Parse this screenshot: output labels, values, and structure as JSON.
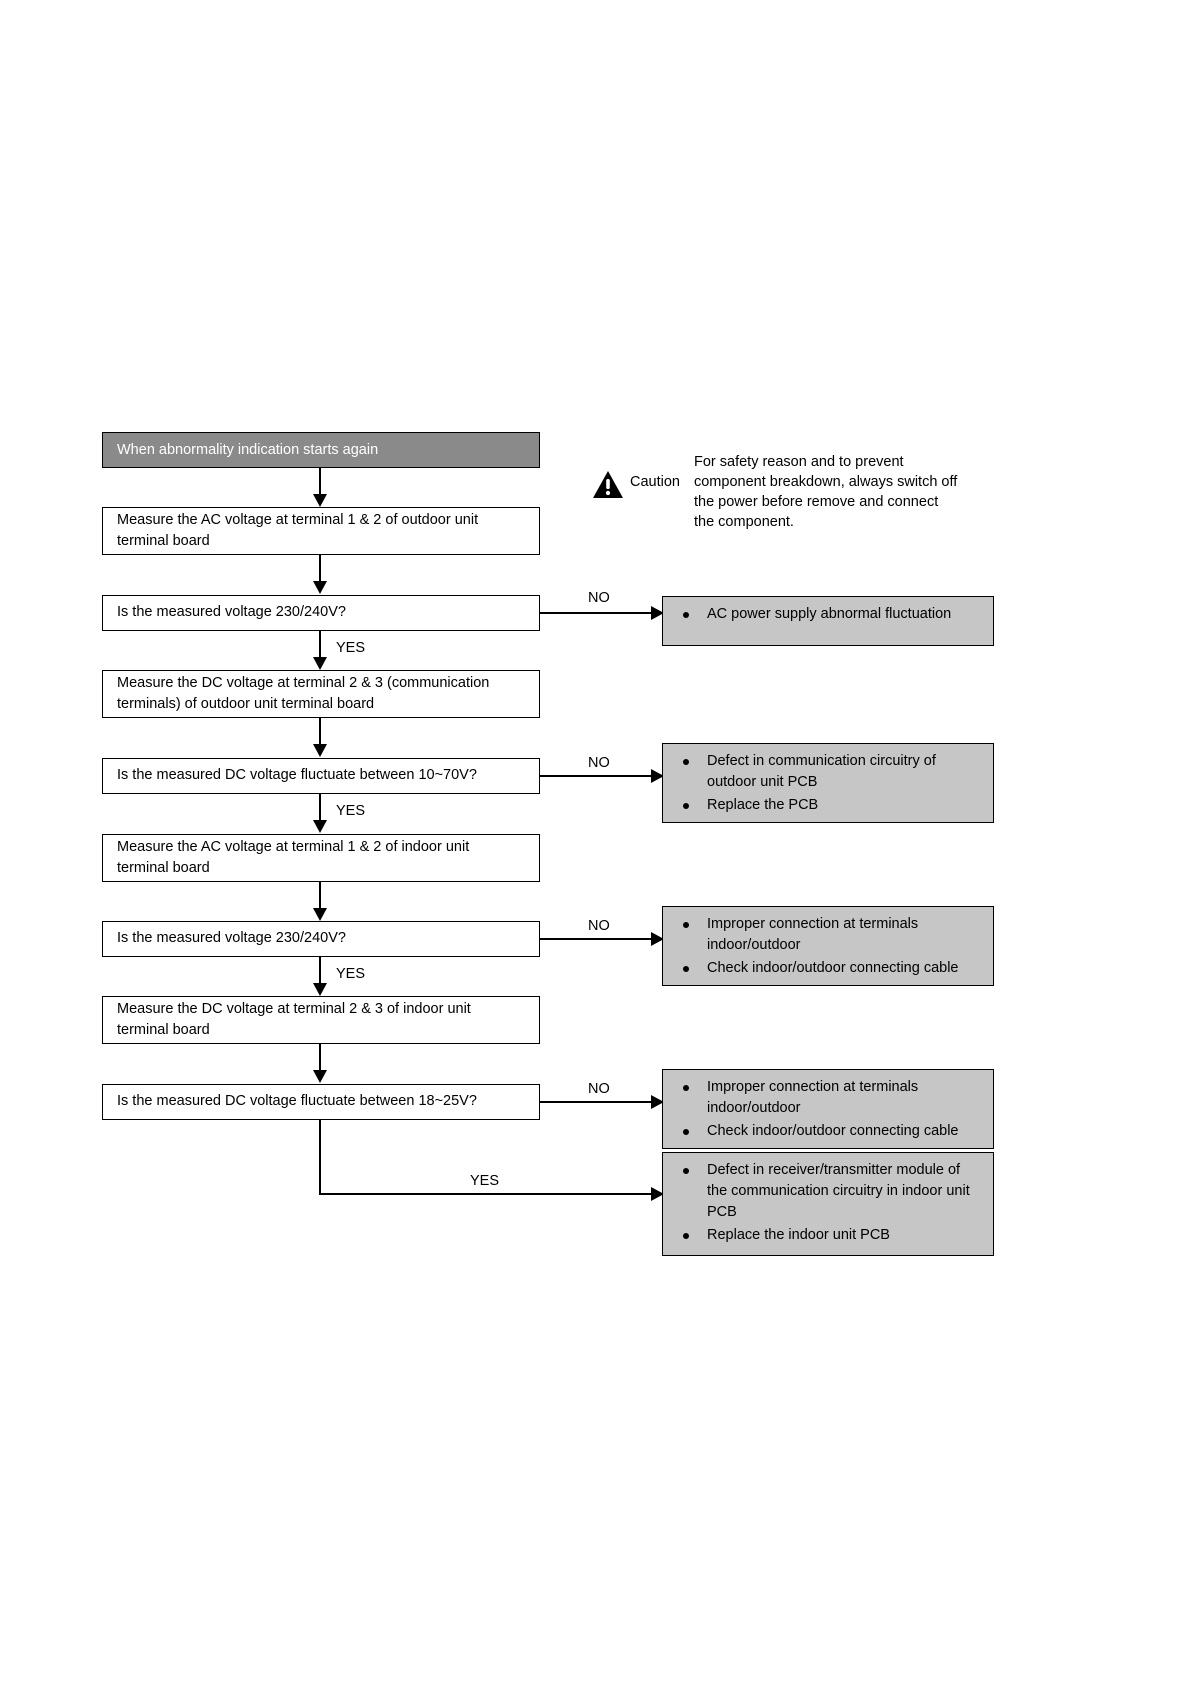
{
  "diagram": {
    "title": "Communication abnormality troubleshooting flowchart",
    "colors": {
      "header_fill": "#8a8a8a",
      "header_text": "#ffffff",
      "result_fill": "#c6c6c6",
      "box_fill": "#ffffff",
      "line": "#000000"
    },
    "header": {
      "label": "When abnormality indication starts again"
    },
    "caution": {
      "icon": "warning-triangle-icon",
      "label": "Caution",
      "text": "For safety reason and to prevent component breakdown, always switch off the power before remove and connect the component."
    },
    "steps": [
      {
        "id": "step-measure-ac-outdoor",
        "type": "process",
        "lines": [
          "Measure the AC voltage at terminal 1 & 2 of outdoor unit",
          "terminal board"
        ]
      },
      {
        "id": "decision-ac-outdoor-230-240",
        "type": "decision",
        "lines": [
          "Is the measured voltage 230/240V?"
        ],
        "yes_label": "YES",
        "no_label": "NO"
      },
      {
        "id": "step-measure-dc-outdoor",
        "type": "process",
        "lines": [
          "Measure the DC voltage at terminal 2 & 3 (communication",
          "terminals) of outdoor unit terminal board"
        ]
      },
      {
        "id": "decision-dc-outdoor-10-70",
        "type": "decision",
        "lines": [
          "Is the measured DC voltage fluctuate between 10~70V?"
        ],
        "yes_label": "YES",
        "no_label": "NO"
      },
      {
        "id": "step-measure-ac-indoor",
        "type": "process",
        "lines": [
          "Measure the AC voltage at terminal 1 & 2 of indoor unit",
          "terminal board"
        ]
      },
      {
        "id": "decision-ac-indoor-230-240",
        "type": "decision",
        "lines": [
          "Is the measured voltage 230/240V?"
        ],
        "yes_label": "YES",
        "no_label": "NO"
      },
      {
        "id": "step-measure-dc-indoor",
        "type": "process",
        "lines": [
          "Measure the DC voltage at terminal 2 & 3 of indoor unit",
          "terminal board"
        ]
      },
      {
        "id": "decision-dc-indoor-18-25",
        "type": "decision",
        "lines": [
          "Is the measured DC voltage fluctuate between 18~25V?"
        ],
        "yes_label": "YES",
        "no_label": "NO"
      }
    ],
    "results": [
      {
        "id": "result-ac-power-abnormal",
        "items": [
          "AC power supply abnormal fluctuation"
        ]
      },
      {
        "id": "result-outdoor-pcb-defect",
        "items": [
          "Defect in communication circuitry of outdoor unit PCB",
          "Replace the PCB"
        ]
      },
      {
        "id": "result-improper-connection-1",
        "items": [
          "Improper connection at terminals indoor/outdoor",
          "Check indoor/outdoor connecting cable"
        ]
      },
      {
        "id": "result-improper-connection-2",
        "items": [
          "Improper connection at terminals indoor/outdoor",
          "Check indoor/outdoor connecting cable"
        ]
      },
      {
        "id": "result-indoor-pcb-defect",
        "items": [
          "Defect in receiver/transmitter module of the communication circuitry in indoor unit PCB",
          "Replace the indoor unit PCB"
        ]
      }
    ],
    "edge_labels": {
      "no": "NO",
      "yes": "YES"
    }
  }
}
